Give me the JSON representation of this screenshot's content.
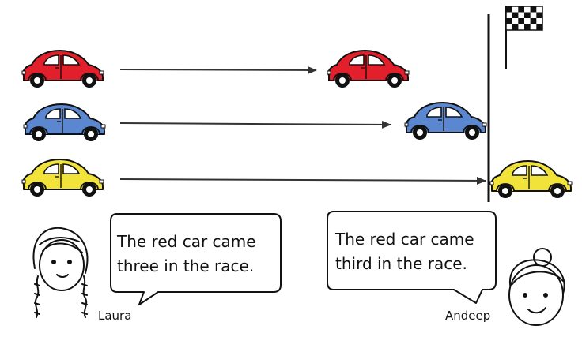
{
  "cars": [
    {
      "color_name": "red",
      "color": "#e2202c",
      "window": "#ffffff"
    },
    {
      "color_name": "blue",
      "color": "#5b87d0",
      "window": "#ffffff"
    },
    {
      "color_name": "yellow",
      "color": "#f1e33a",
      "window": "#ffffff"
    }
  ],
  "finish_flag": {
    "pattern": "checkered",
    "colors": [
      "#000000",
      "#ffffff"
    ]
  },
  "speakers": [
    {
      "name": "Laura",
      "line1": "The red car came",
      "line2": "three in the race."
    },
    {
      "name": "Andeep",
      "line1": "The red car came",
      "line2": "third in the race."
    }
  ]
}
